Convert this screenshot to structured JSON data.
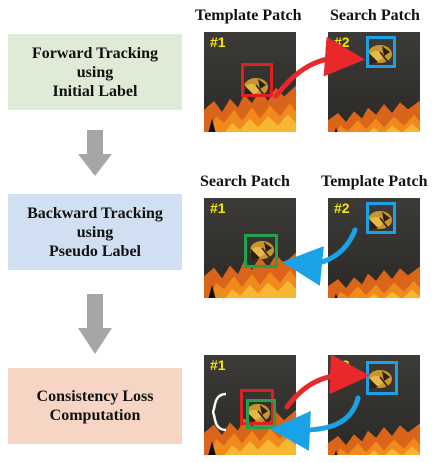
{
  "steps": [
    {
      "lines": [
        "Forward Tracking",
        "using",
        "Initial Label"
      ]
    },
    {
      "lines": [
        "Backward Tracking",
        "using",
        "Pseudo Label"
      ]
    },
    {
      "lines": [
        "Consistency Loss",
        "Computation"
      ]
    }
  ],
  "rows": [
    {
      "left_label": "Template Patch",
      "right_label": "Search Patch"
    },
    {
      "left_label": "Search Patch",
      "right_label": "Template Patch"
    },
    {
      "left_label": "",
      "right_label": ""
    }
  ],
  "patch_numbers": {
    "first": "#1",
    "second": "#2"
  },
  "colors": {
    "forward_box": "#dfead7",
    "backward_box": "#d1dff2",
    "loss_box": "#f6d5c4",
    "initial_label": "#e02020",
    "search_result": "#1ea0e6",
    "pseudo_label": "#22a04a",
    "forward_arrow": "#e8282a",
    "backward_arrow": "#1aa2e6",
    "flow_arrow": "#a6a6a6",
    "patch_number": "#f7e600"
  }
}
